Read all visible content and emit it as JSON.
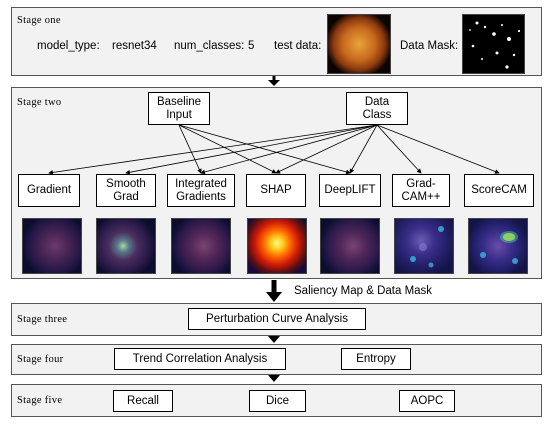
{
  "stage1": {
    "label": "Stage one",
    "model_type_key": "model_type:",
    "model_type_value": "resnet34",
    "num_classes_key": "num_classes:",
    "num_classes_value": "5",
    "test_data_label": "test data:",
    "data_mask_label": "Data Mask:"
  },
  "stage2": {
    "label": "Stage two",
    "inputs": [
      "Baseline\nInput",
      "Data\nClass"
    ],
    "methods": [
      "Gradient",
      "Smooth\nGrad",
      "Integrated\nGradients",
      "SHAP",
      "DeepLIFT",
      "Grad-\nCAM++",
      "ScoreCAM"
    ]
  },
  "between_2_3": "Saliency Map & Data Mask",
  "stage3": {
    "label": "Stage three",
    "box": "Perturbation Curve  Analysis"
  },
  "stage4": {
    "label": "Stage four",
    "boxes": [
      "Trend Correlation Analysis",
      "Entropy"
    ]
  },
  "stage5": {
    "label": "Stage five",
    "boxes": [
      "Recall",
      "Dice",
      "AOPC"
    ]
  },
  "colors": {
    "stage_bg": "#f2f2f2",
    "border": "#555555",
    "arrow": "#000000"
  }
}
